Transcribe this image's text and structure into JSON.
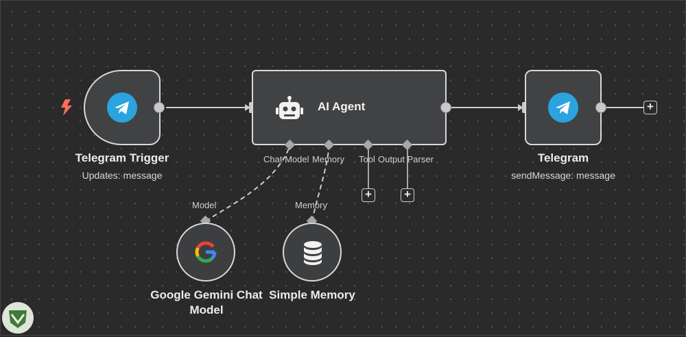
{
  "nodes": {
    "telegram_trigger": {
      "title": "Telegram Trigger",
      "subtitle": "Updates: message"
    },
    "ai_agent": {
      "title": "AI Agent",
      "ports": {
        "chat_model": "Chat Model",
        "memory": "Memory",
        "tool": "Tool",
        "output_parser": "Output Parser"
      }
    },
    "telegram": {
      "title": "Telegram",
      "subtitle": "sendMessage: message"
    },
    "gemini": {
      "port_label": "Model",
      "title_line1": "Google Gemini Chat",
      "title_line2": "Model"
    },
    "simple_memory": {
      "port_label": "Memory",
      "title": "Simple Memory"
    }
  },
  "colors": {
    "canvas": "#2a2a2b",
    "node_fill": "#414244",
    "node_border": "#d9d9db",
    "telegram_blue": "#2aa3df",
    "trigger_bolt": "#ff6d5a"
  },
  "icons": {
    "trigger": "lightning-bolt-icon",
    "telegram": "telegram-icon",
    "agent": "robot-icon",
    "gemini": "google-g-icon",
    "memory": "database-icon",
    "add": "plus-icon"
  }
}
